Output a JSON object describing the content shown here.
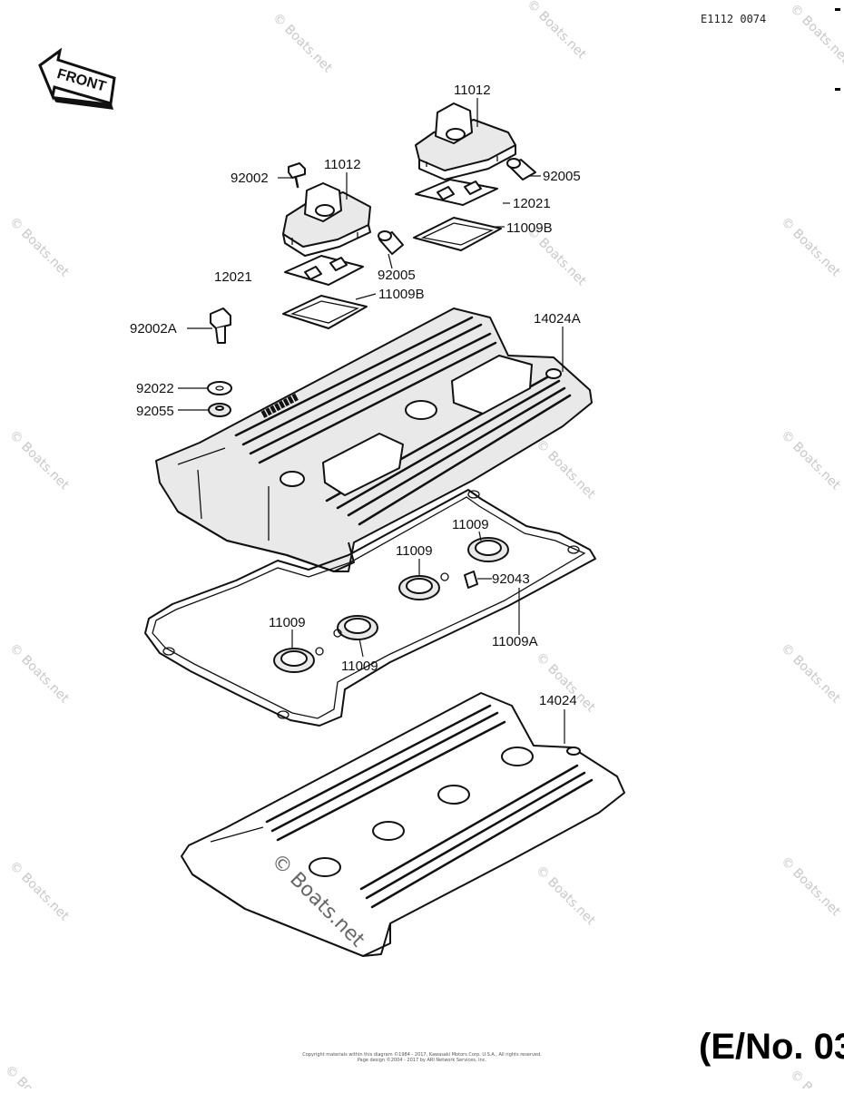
{
  "diagram": {
    "diagram_code": "E1112 0074",
    "front_label": "FRONT",
    "reference_text": "(E/No. 03",
    "copyright_line1": "Copyright materials within this diagram ©1984 - 2017, Kawasaki Motors Corp. U.S.A., All rights reserved.",
    "copyright_line2": "Page design ©2004 - 2017 by ARI Network Services, Inc.",
    "watermark_small": "© Boats.net",
    "watermark_large": "© Boats.net",
    "parts": {
      "p11012_a": "11012",
      "p11012_b": "11012",
      "p92002": "92002",
      "p92005_a": "92005",
      "p92005_b": "92005",
      "p12021_a": "12021",
      "p12021_b": "12021",
      "p11009B_a": "11009B",
      "p11009B_b": "11009B",
      "p92002A": "92002A",
      "p14024A": "14024A",
      "p92022": "92022",
      "p92055": "92055",
      "p11009_a": "11009",
      "p11009_b": "11009",
      "p11009_c": "11009",
      "p11009_d": "11009",
      "p92043": "92043",
      "p11009A": "11009A",
      "p14024": "14024"
    }
  }
}
